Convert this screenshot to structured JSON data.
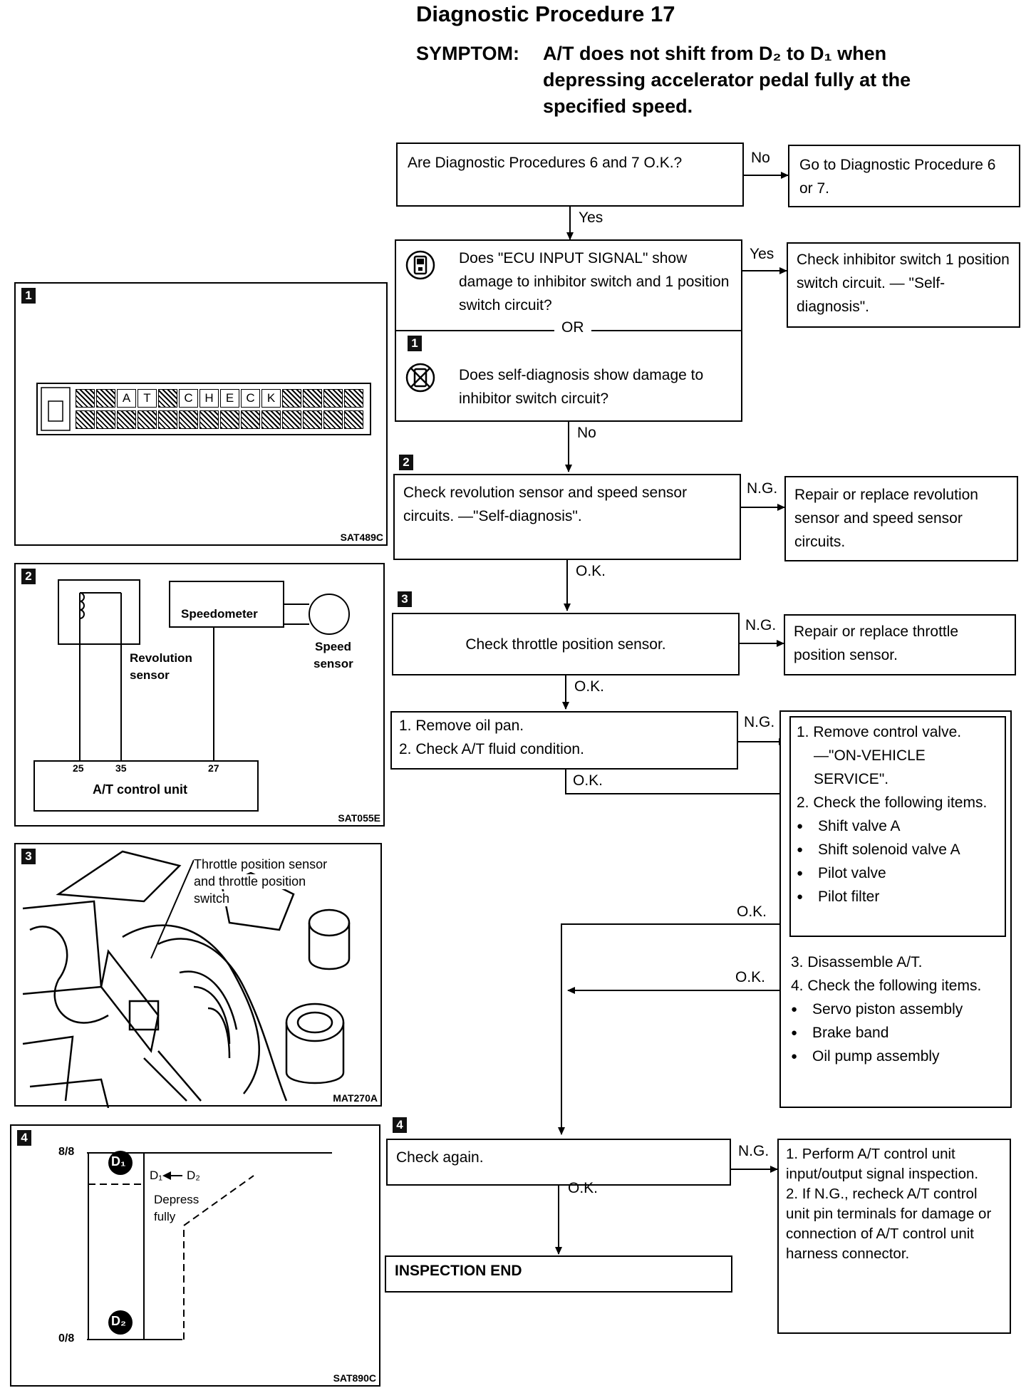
{
  "header": {
    "title": "Diagnostic Procedure 17",
    "symptom_label": "SYMPTOM:",
    "symptom_line1": "A/T does not shift from D₂ to D₁ when",
    "symptom_line2": "depressing accelerator pedal fully at the",
    "symptom_line3": "specified speed."
  },
  "flow": {
    "q1": "Are Diagnostic Procedures 6 and 7 O.K.?",
    "q1_no": "No",
    "goto1": "Go to Diagnostic Procedure 6 or 7.",
    "q1_yes": "Yes",
    "q2a": "Does \"ECU INPUT SIGNAL\" show damage to inhibitor switch and 1 position switch circuit?",
    "q2_or": "OR",
    "q2b": "Does self-diagnosis show damage to inhibitor switch circuit?",
    "q2_yes": "Yes",
    "check_inhibitor": "Check inhibitor switch 1 position switch circuit. — \"Self-diagnosis\".",
    "q2_no": "No",
    "step2": "Check revolution sensor and speed sensor circuits. —\"Self-diagnosis\".",
    "ng": "N.G.",
    "ok": "O.K.",
    "repair2": "Repair or replace revolution sensor and speed sensor circuits.",
    "step3": "Check throttle position sensor.",
    "repair3": "Repair or replace throttle position sensor.",
    "oilpan1": "1. Remove oil pan.",
    "oilpan2": "2. Check A/T fluid condition.",
    "cv1a": "1. Remove control valve.",
    "cv1b": "—\"ON-VEHICLE SERVICE\".",
    "cv2": "2. Check the following items.",
    "cv_items": [
      "Shift valve A",
      "Shift solenoid valve A",
      "Pilot valve",
      "Pilot filter"
    ],
    "cv3": "3. Disassemble A/T.",
    "cv4": "4. Check the following items.",
    "cv_items2": [
      "Servo piston assembly",
      "Brake band",
      "Oil pump assembly"
    ],
    "step4": "Check again.",
    "final1": "1. Perform A/T control unit input/output signal inspection.",
    "final2": "2. If N.G., recheck A/T control unit pin terminals for damage or connection of A/T control unit harness connector.",
    "end": "INSPECTION END",
    "n1": "1",
    "n2": "2",
    "n3": "3",
    "n4": "4"
  },
  "figures": {
    "fig1": {
      "num": "1",
      "code": "SAT489C",
      "cells": [
        "A",
        "T",
        "C",
        "H",
        "E",
        "C",
        "K"
      ]
    },
    "fig2": {
      "num": "2",
      "code": "SAT055E",
      "speedometer": "Speedometer",
      "speed_sensor_1": "Speed",
      "speed_sensor_2": "sensor",
      "revolution_1": "Revolution",
      "revolution_2": "sensor",
      "pins": [
        "25",
        "35",
        "27"
      ],
      "unit": "A/T control unit"
    },
    "fig3": {
      "num": "3",
      "code": "MAT270A",
      "label1": "Throttle position sensor",
      "label2": "and throttle position",
      "label3": "switch"
    },
    "fig4": {
      "num": "4",
      "code": "SAT890C",
      "y_top": "8/8",
      "y_bottom": "0/8",
      "d1": "D₁",
      "d2": "D₂",
      "arrow_from": "D₂",
      "arrow_to": "D₁",
      "depress1": "Depress",
      "depress2": "fully"
    }
  }
}
